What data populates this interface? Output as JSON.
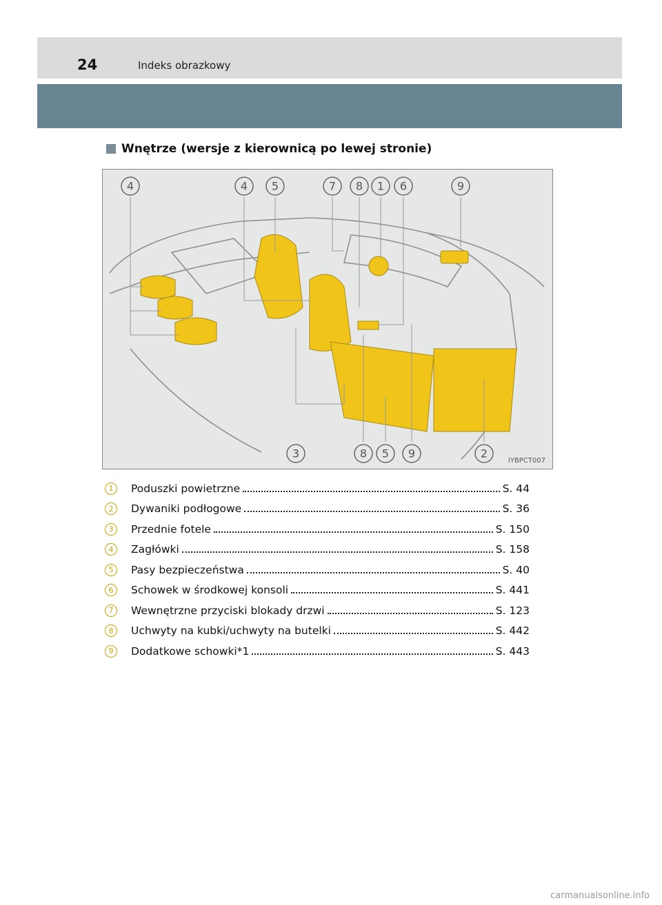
{
  "header": {
    "page_number": "24",
    "running_title": "Indeks obrazkowy"
  },
  "section": {
    "heading": "Wnętrze (wersje z kierownicą po lewej stronie)"
  },
  "figure": {
    "code": "IYBPCT007",
    "callouts_top": [
      "4",
      "4",
      "5",
      "7",
      "8",
      "1",
      "6",
      "9"
    ],
    "callouts_bottom": [
      "3",
      "8",
      "5",
      "9",
      "2"
    ],
    "highlight_color": "#f0c419"
  },
  "items": [
    {
      "num": "1",
      "label": "Poduszki powietrzne",
      "ref": "S. 44"
    },
    {
      "num": "2",
      "label": "Dywaniki podłogowe",
      "ref": "S. 36"
    },
    {
      "num": "3",
      "label": "Przednie fotele",
      "ref": "S. 150"
    },
    {
      "num": "4",
      "label": "Zagłówki",
      "ref": "S. 158"
    },
    {
      "num": "5",
      "label": "Pasy bezpieczeństwa",
      "ref": "S. 40"
    },
    {
      "num": "6",
      "label": "Schowek w środkowej konsoli",
      "ref": "S. 441"
    },
    {
      "num": "7",
      "label": "Wewnętrzne przyciski blokady drzwi",
      "ref": "S. 123"
    },
    {
      "num": "8",
      "label": "Uchwyty na kubki/uchwyty na butelki",
      "ref": "S. 442"
    },
    {
      "num": "9",
      "label": "Dodatkowe schowki*1",
      "ref": "S. 443"
    }
  ],
  "footer": {
    "watermark": "carmanualsonline.info"
  }
}
